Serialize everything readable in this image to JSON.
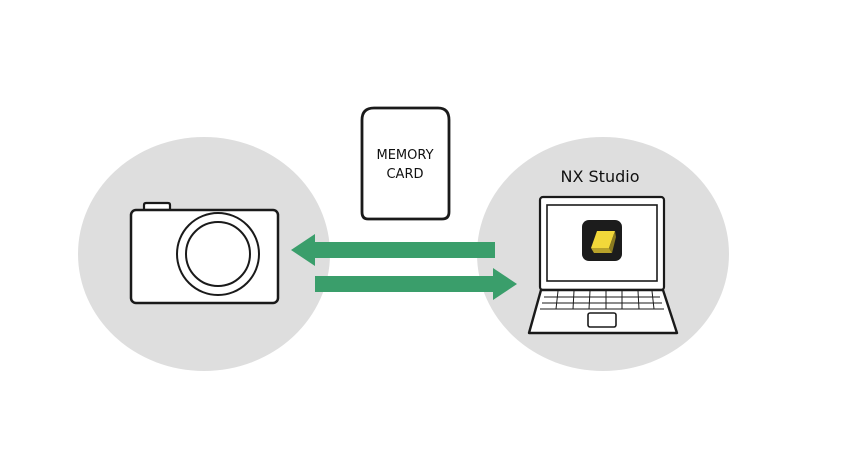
{
  "memory_card": {
    "line1": "MEMORY",
    "line2": "CARD"
  },
  "computer": {
    "app_label": "NX Studio",
    "app_icon": "nx-studio-app-icon"
  },
  "camera": {
    "icon": "compact-camera-icon"
  },
  "transfer": {
    "upper_arrow_direction": "left",
    "lower_arrow_direction": "right",
    "arrow_color": "#3a9e6b"
  },
  "colors": {
    "circle_fill": "#dedede",
    "outline": "#1a1a1a",
    "app_icon_bg": "#1c1c1c",
    "app_icon_accent": "#f2d83a"
  }
}
